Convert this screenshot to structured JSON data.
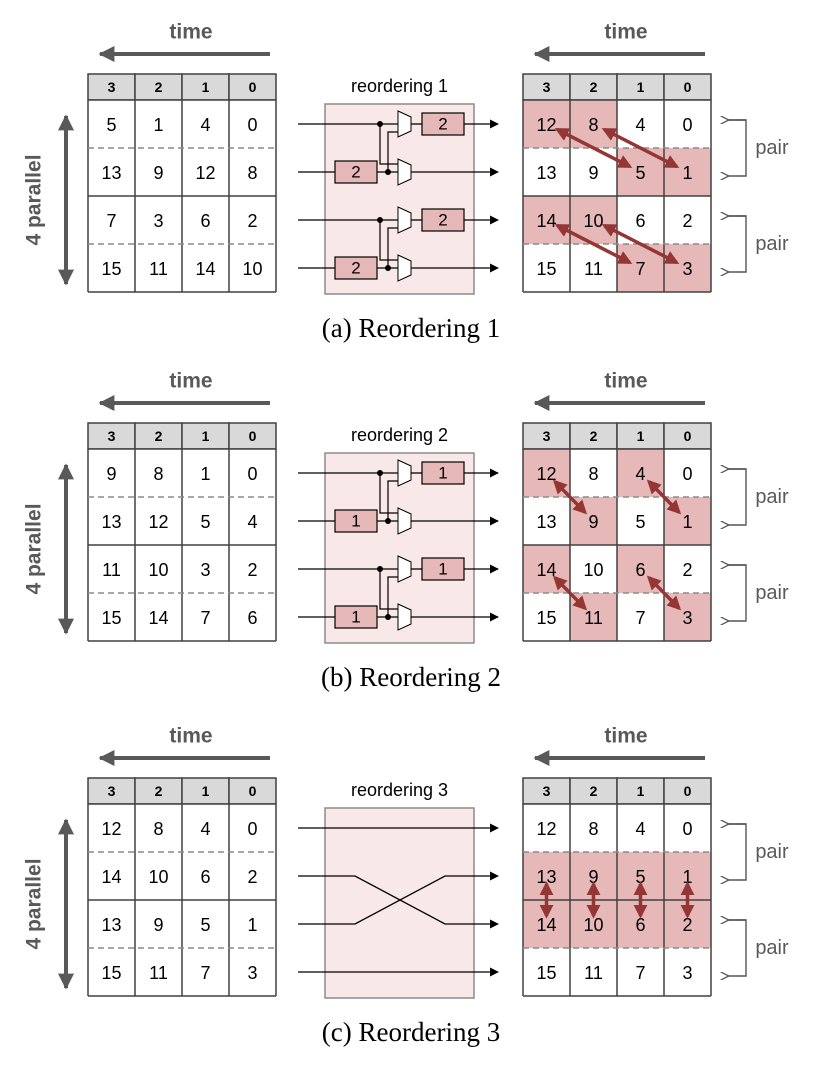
{
  "colors": {
    "header_fill": "#d9d9d9",
    "highlight_fill": "#e6b8b7",
    "box_fill": "#f9e8e8",
    "arrow_dark": "#943634",
    "axis_gray": "#595959",
    "grid_line": "#404040"
  },
  "labels": {
    "time": "time",
    "parallel": "4 parallel",
    "pair": "pair"
  },
  "headers": [
    "3",
    "2",
    "1",
    "0"
  ],
  "panels": [
    {
      "id": "a",
      "caption": "(a) Reordering 1",
      "box_label": "reordering 1",
      "delay_label": "2",
      "input": [
        [
          "5",
          "1",
          "4",
          "0"
        ],
        [
          "13",
          "9",
          "12",
          "8"
        ],
        [
          "7",
          "3",
          "6",
          "2"
        ],
        [
          "15",
          "11",
          "14",
          "10"
        ]
      ],
      "output": [
        [
          "12",
          "8",
          "4",
          "0"
        ],
        [
          "13",
          "9",
          "5",
          "1"
        ],
        [
          "14",
          "10",
          "6",
          "2"
        ],
        [
          "15",
          "11",
          "7",
          "3"
        ]
      ],
      "highlight": [
        [
          0,
          0
        ],
        [
          0,
          1
        ],
        [
          1,
          2
        ],
        [
          1,
          3
        ],
        [
          2,
          0
        ],
        [
          2,
          1
        ],
        [
          3,
          2
        ],
        [
          3,
          3
        ]
      ],
      "swaps": [
        [
          [
            0,
            0
          ],
          [
            1,
            2
          ]
        ],
        [
          [
            0,
            1
          ],
          [
            1,
            3
          ]
        ],
        [
          [
            2,
            0
          ],
          [
            3,
            2
          ]
        ],
        [
          [
            2,
            1
          ],
          [
            3,
            3
          ]
        ]
      ]
    },
    {
      "id": "b",
      "caption": "(b) Reordering 2",
      "box_label": "reordering 2",
      "delay_label": "1",
      "input": [
        [
          "9",
          "8",
          "1",
          "0"
        ],
        [
          "13",
          "12",
          "5",
          "4"
        ],
        [
          "11",
          "10",
          "3",
          "2"
        ],
        [
          "15",
          "14",
          "7",
          "6"
        ]
      ],
      "output": [
        [
          "12",
          "8",
          "4",
          "0"
        ],
        [
          "13",
          "9",
          "5",
          "1"
        ],
        [
          "14",
          "10",
          "6",
          "2"
        ],
        [
          "15",
          "11",
          "7",
          "3"
        ]
      ],
      "highlight": [
        [
          0,
          0
        ],
        [
          1,
          1
        ],
        [
          0,
          2
        ],
        [
          1,
          3
        ],
        [
          2,
          0
        ],
        [
          3,
          1
        ],
        [
          2,
          2
        ],
        [
          3,
          3
        ]
      ],
      "swaps": [
        [
          [
            0,
            0
          ],
          [
            1,
            1
          ]
        ],
        [
          [
            0,
            2
          ],
          [
            1,
            3
          ]
        ],
        [
          [
            2,
            0
          ],
          [
            3,
            1
          ]
        ],
        [
          [
            2,
            2
          ],
          [
            3,
            3
          ]
        ]
      ]
    },
    {
      "id": "c",
      "caption": "(c) Reordering 3",
      "box_label": "reordering 3",
      "delay_label": "",
      "input": [
        [
          "12",
          "8",
          "4",
          "0"
        ],
        [
          "14",
          "10",
          "6",
          "2"
        ],
        [
          "13",
          "9",
          "5",
          "1"
        ],
        [
          "15",
          "11",
          "7",
          "3"
        ]
      ],
      "output": [
        [
          "12",
          "8",
          "4",
          "0"
        ],
        [
          "13",
          "9",
          "5",
          "1"
        ],
        [
          "14",
          "10",
          "6",
          "2"
        ],
        [
          "15",
          "11",
          "7",
          "3"
        ]
      ],
      "highlight": [
        [
          1,
          0
        ],
        [
          1,
          1
        ],
        [
          1,
          2
        ],
        [
          1,
          3
        ],
        [
          2,
          0
        ],
        [
          2,
          1
        ],
        [
          2,
          2
        ],
        [
          2,
          3
        ]
      ],
      "swaps": [
        [
          [
            1,
            0
          ],
          [
            2,
            0
          ]
        ],
        [
          [
            1,
            1
          ],
          [
            2,
            1
          ]
        ],
        [
          [
            1,
            2
          ],
          [
            2,
            2
          ]
        ],
        [
          [
            1,
            3
          ],
          [
            2,
            3
          ]
        ]
      ]
    }
  ]
}
